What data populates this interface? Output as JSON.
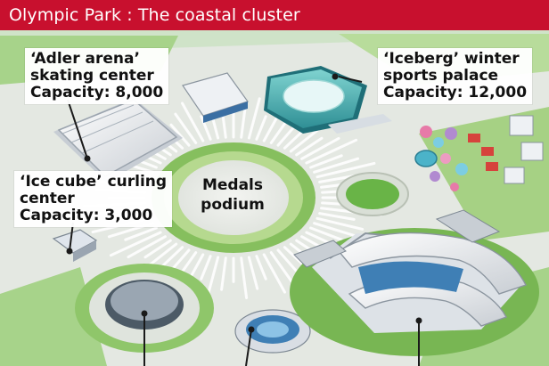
{
  "header": {
    "title": "Olympic Park : The coastal cluster"
  },
  "colors": {
    "header_red": "#c8102e",
    "park_green": "#9fcf7c",
    "pavement": "#e8ebe6",
    "roof_white": "#f2f4f6",
    "seat_blue": "#3f7fb5"
  },
  "venues": {
    "adler": {
      "line1": "‘Adler arena’",
      "line2": "skating center",
      "line3": "Capacity: 8,000"
    },
    "iceberg": {
      "line1": "‘Iceberg’ winter",
      "line2": "sports palace",
      "line3": "Capacity: 12,000"
    },
    "icecube": {
      "line1": "‘Ice cube’ curling",
      "line2": "center",
      "line3": "Capacity: 3,000"
    },
    "podium": {
      "line1": "Medals",
      "line2": "podium"
    }
  }
}
